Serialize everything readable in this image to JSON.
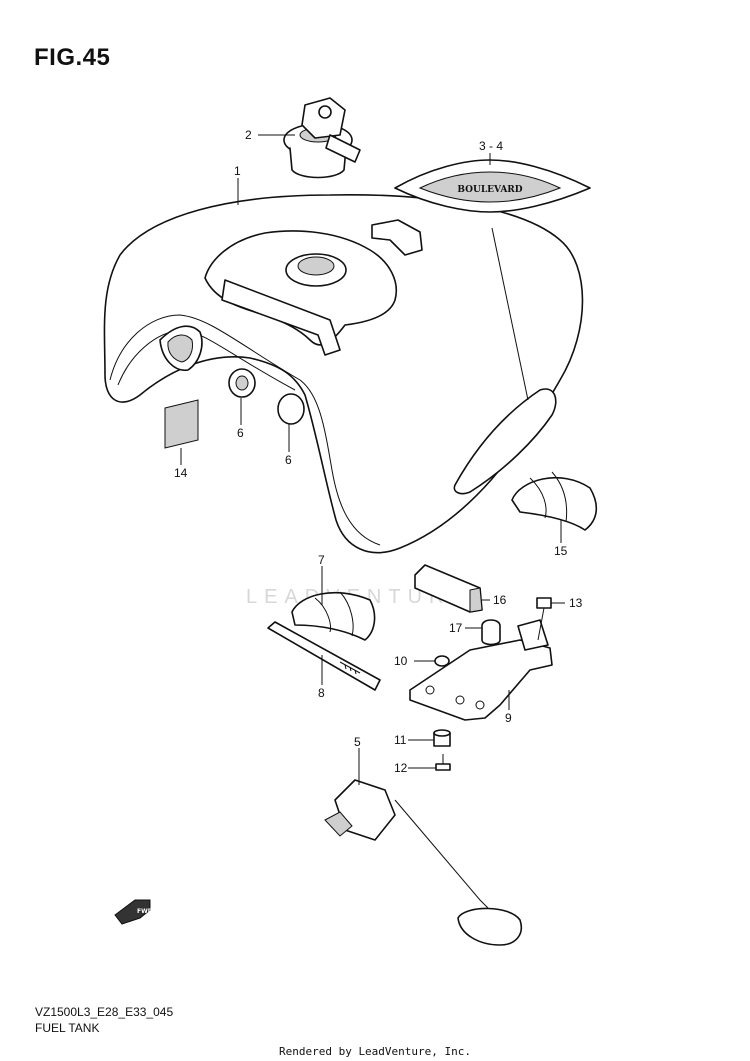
{
  "figure": {
    "title": "FIG.45",
    "model_code": "VZ1500L3_E28_E33_045",
    "section_name": "FUEL TANK",
    "rendered_by": "Rendered by LeadVenture, Inc.",
    "watermark": "LEADVENTURE",
    "fwd_label": "FWD"
  },
  "callouts": [
    {
      "id": "c1",
      "label": "1"
    },
    {
      "id": "c2",
      "label": "2"
    },
    {
      "id": "c3_4",
      "label": "3 - 4"
    },
    {
      "id": "c5",
      "label": "5"
    },
    {
      "id": "c6a",
      "label": "6"
    },
    {
      "id": "c6b",
      "label": "6"
    },
    {
      "id": "c7",
      "label": "7"
    },
    {
      "id": "c8",
      "label": "8"
    },
    {
      "id": "c9",
      "label": "9"
    },
    {
      "id": "c10",
      "label": "10"
    },
    {
      "id": "c11",
      "label": "11"
    },
    {
      "id": "c12",
      "label": "12"
    },
    {
      "id": "c13",
      "label": "13"
    },
    {
      "id": "c14",
      "label": "14"
    },
    {
      "id": "c15",
      "label": "15"
    },
    {
      "id": "c16",
      "label": "16"
    },
    {
      "id": "c17",
      "label": "17"
    }
  ],
  "emblem_text": "BOULEVARD"
}
